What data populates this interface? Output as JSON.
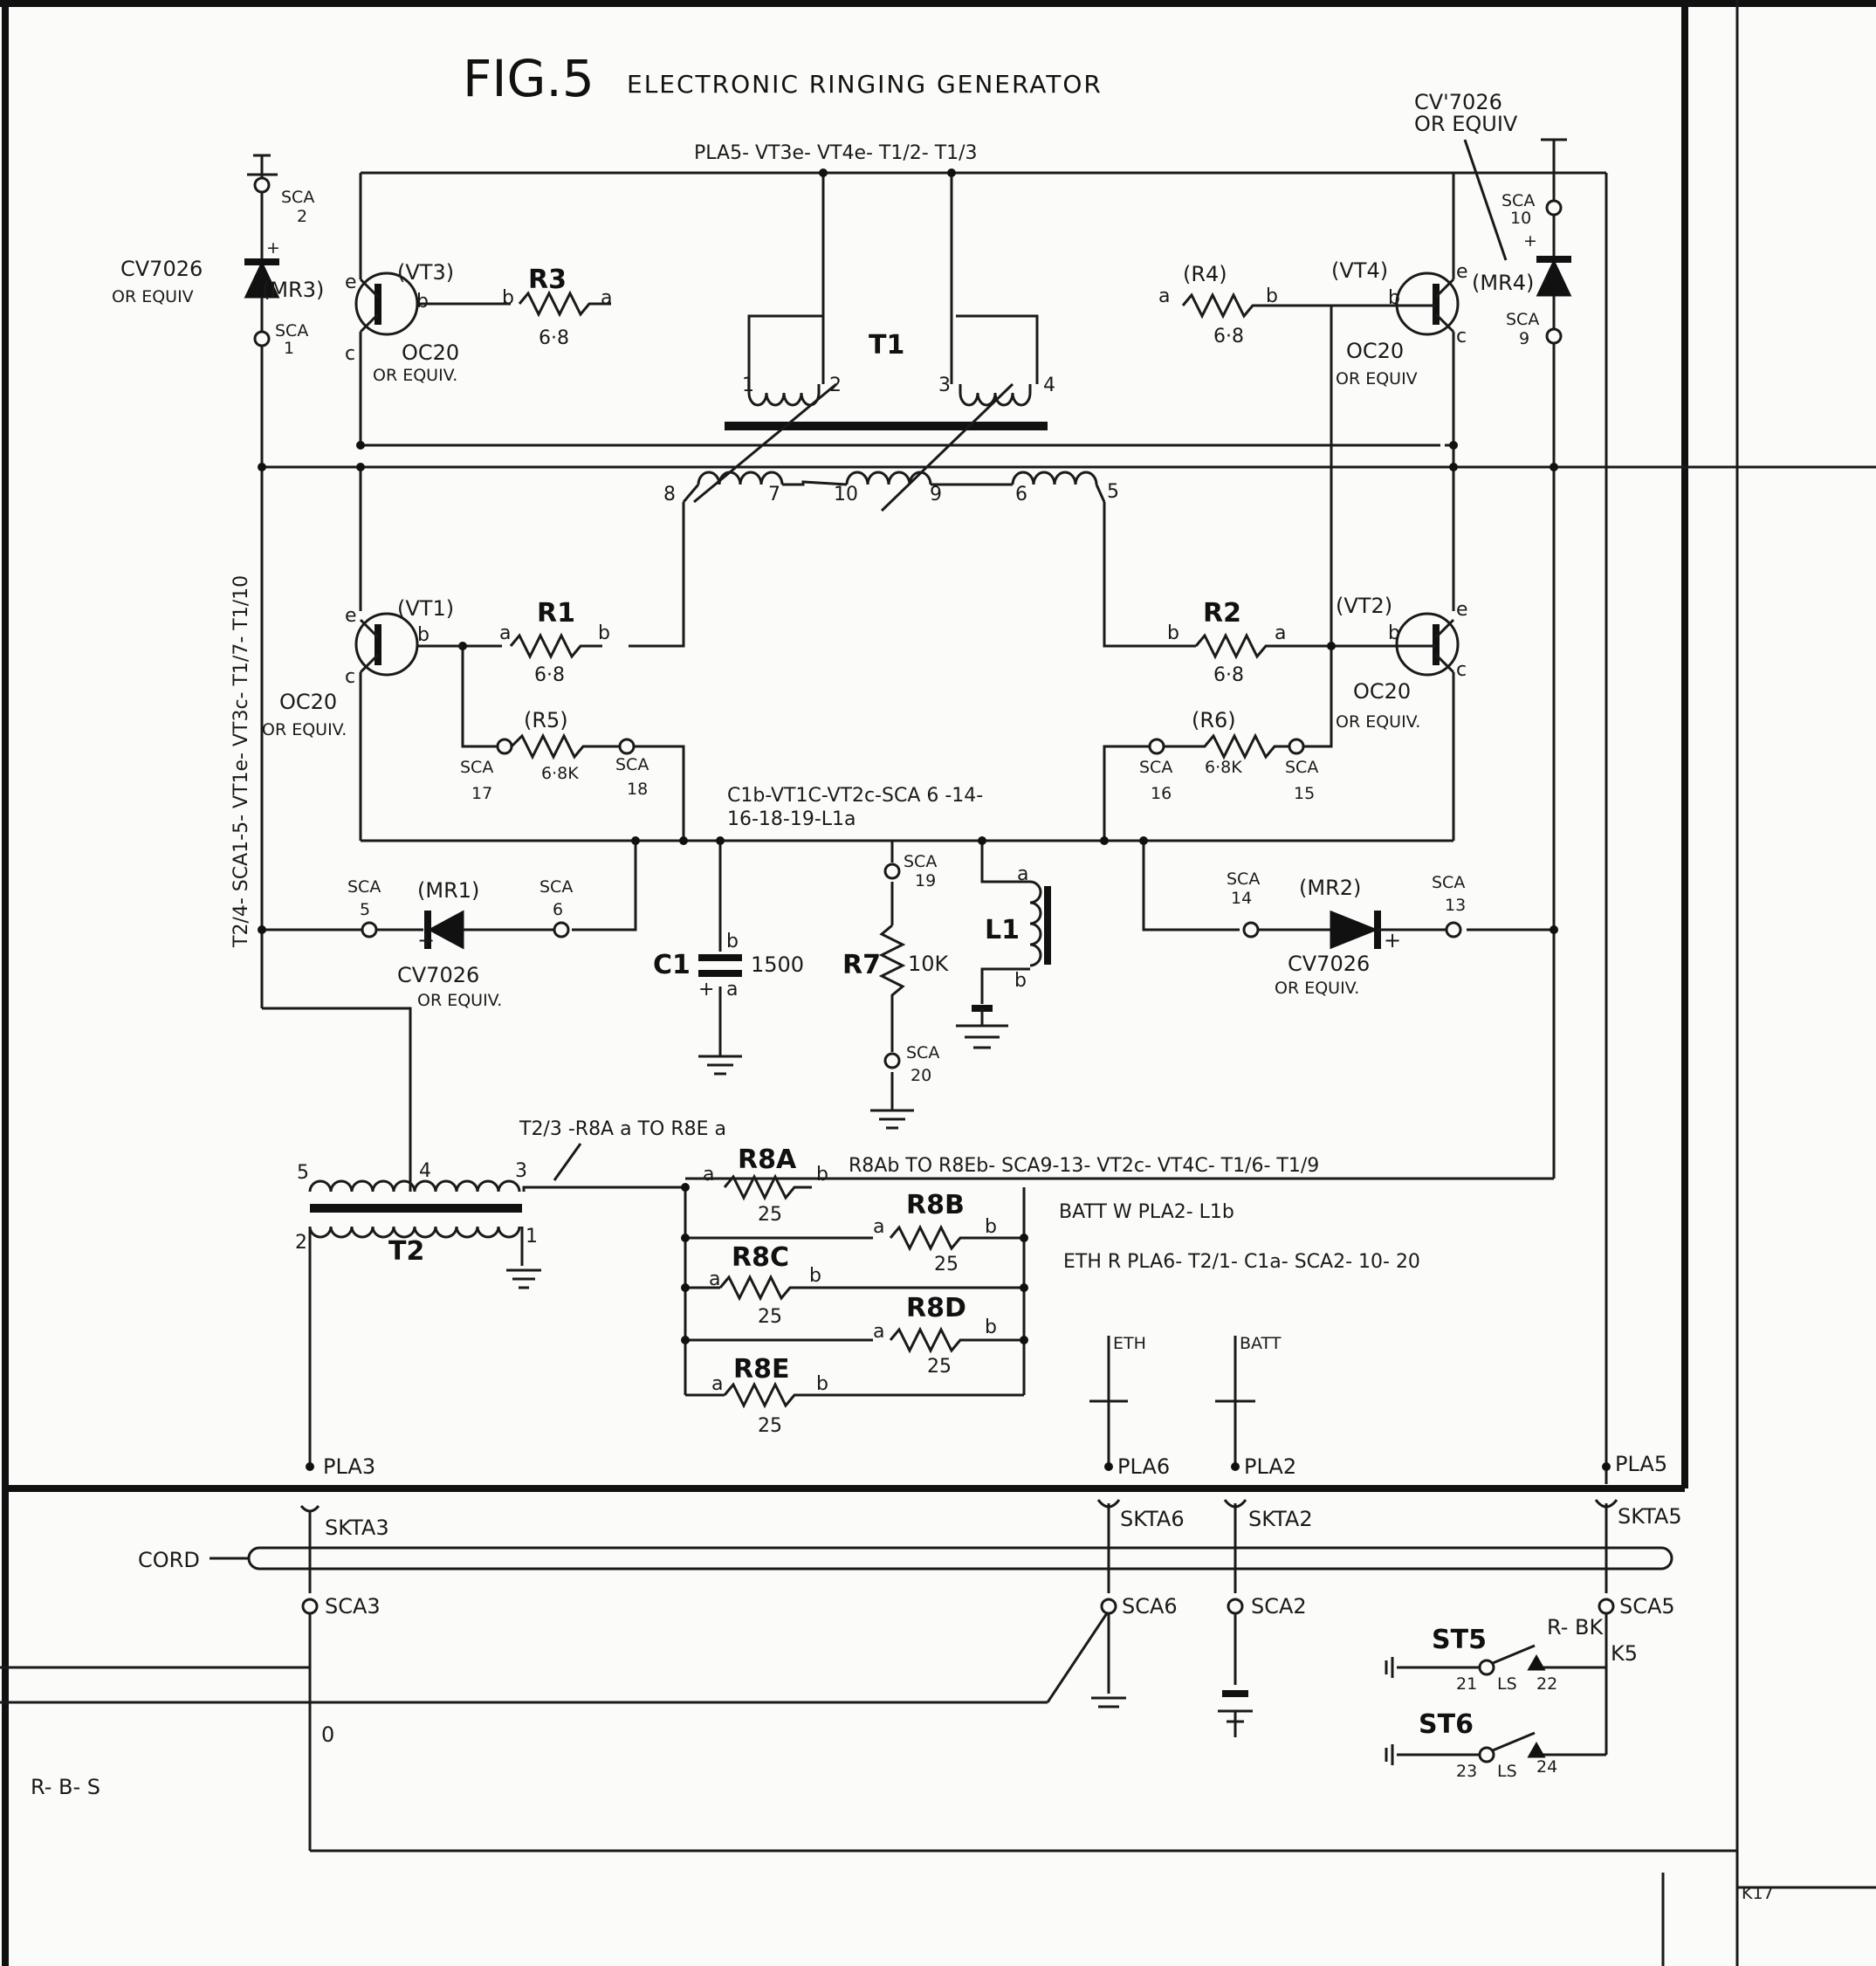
{
  "title": {
    "fig": "FIG.5",
    "subtitle": "ELECTRONIC RINGING GENERATOR"
  },
  "nets": {
    "top": "PLA5- VT3e- VT4e- T1/2- T1/3",
    "left": "T2/4- SCA1-5- VT1e- VT3c- T1/7- T1/10",
    "mid": [
      "C1b-VT1C-VT2c-SCA 6 -14-",
      "16-18-19-L1a"
    ],
    "t2_tap": "T2/3 -R8A a TO R8E a",
    "r8_bus": "R8Ab TO R8Eb- SCA9-13- VT2c- VT4C- T1/6- T1/9",
    "batt_w": "BATT W  PLA2- L1b",
    "eth_r": "ETH  R   PLA6- T2/1- C1a- SCA2- 10- 20"
  },
  "components": {
    "vt3": "(VT3)",
    "vt4": "(VT4)",
    "vt1": "(VT1)",
    "vt2": "(VT2)",
    "oc20": "OC20",
    "or_equiv": "OR EQUIV.",
    "mr3": "(MR3)",
    "mr4": "(MR4)",
    "mr1": "(MR1)",
    "mr2": "(MR2)",
    "cv7026": "CV7026",
    "cv7026_q": "CV'7026",
    "or_equiv_b": "OR EQUIV",
    "r3": "R3",
    "r4": "(R4)",
    "r1": "R1",
    "r2": "R2",
    "r5": "(R5)",
    "r6": "(R6)",
    "v68": "6·8",
    "v68k": "6·8K",
    "t1": "T1",
    "t2": "T2",
    "l1": "L1",
    "c1": "C1",
    "c1v": "1500",
    "r7": "R7",
    "r7v": "10K",
    "r8a": "R8A",
    "r8b": "R8B",
    "r8c": "R8C",
    "r8d": "R8D",
    "r8e": "R8E",
    "v25": "25"
  },
  "sca": {
    "label": "SCA",
    "n1": "1",
    "n2": "2",
    "n5": "5",
    "n6": "6",
    "n9": "9",
    "n10": "10",
    "n13": "13",
    "n14": "14",
    "n15": "15",
    "n16": "16",
    "n17": "17",
    "n18": "18",
    "n19": "19",
    "n20": "20"
  },
  "pins": {
    "a": "a",
    "b": "b",
    "c": "c",
    "e": "e",
    "plus": "+",
    "t1_1": "1",
    "t1_2": "2",
    "t1_3": "3",
    "t1_4": "4",
    "t1_5": "5",
    "t1_6": "6",
    "t1_7": "7",
    "t1_8": "8",
    "t1_9": "9",
    "t1_10": "10",
    "t2_1": "1",
    "t2_2": "2",
    "t2_3": "3",
    "t2_4": "4",
    "t2_5": "5"
  },
  "plugs": {
    "pla3": "PLA3",
    "pla6": "PLA6",
    "pla2": "PLA2",
    "pla5": "PLA5",
    "eth": "ETH",
    "batt": "BATT"
  },
  "lower": {
    "skta3": "SKTA3",
    "skta6": "SKTA6",
    "skta2": "SKTA2",
    "skta5": "SKTA5",
    "cord": "CORD",
    "sca3": "SCA3",
    "sca6": "SCA6",
    "sca2": "SCA2",
    "sca5": "SCA5",
    "st5": "ST5",
    "st6": "ST6",
    "r_bk": "R- BK",
    "k5": "K5",
    "n21": "21",
    "n22": "22",
    "n23": "23",
    "n24": "24",
    "ls": "LS",
    "zero": "0",
    "rbs": "R- B- S",
    "k17": "K17"
  }
}
